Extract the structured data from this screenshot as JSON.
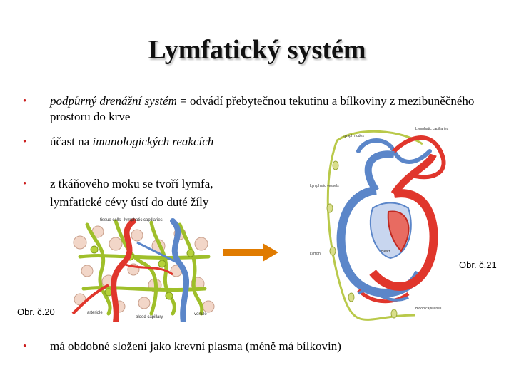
{
  "slide": {
    "title": "Lymfatický systém",
    "bullets": [
      {
        "emphasis": "podpůrný drenážní systém",
        "text": " = odvádí přebytečnou tekutinu a bílkoviny z mezibuněčného prostoru do krve"
      },
      {
        "text": "účast na ",
        "emphasis": "imunologických reakcích"
      },
      {
        "line1": "z tkáňového moku  se tvoří lymfa,",
        "line2": "lymfatické cévy ústí do duté žíly"
      },
      {
        "text": "má obdobné složení jako krevní plasma (méně má bílkovin)"
      }
    ],
    "captions": {
      "fig20": "Obr. č.20",
      "fig21": "Obr. č.21"
    },
    "diagram_left_labels": [
      "tissue cells",
      "lymphatic capillaries",
      "arteriole",
      "blood capillary",
      "venule"
    ],
    "diagram_right_labels": [
      "Lymphatic capillaries",
      "Lymph nodes",
      "Lymphatic vessels",
      "Heart",
      "Lymph",
      "Blood capillaries"
    ]
  },
  "colors": {
    "bullet": "#cc1f1f",
    "arrow": "#e07b00",
    "artery": "#e0362c",
    "vein": "#5b86c9",
    "lymph": "#9fbf2a"
  }
}
